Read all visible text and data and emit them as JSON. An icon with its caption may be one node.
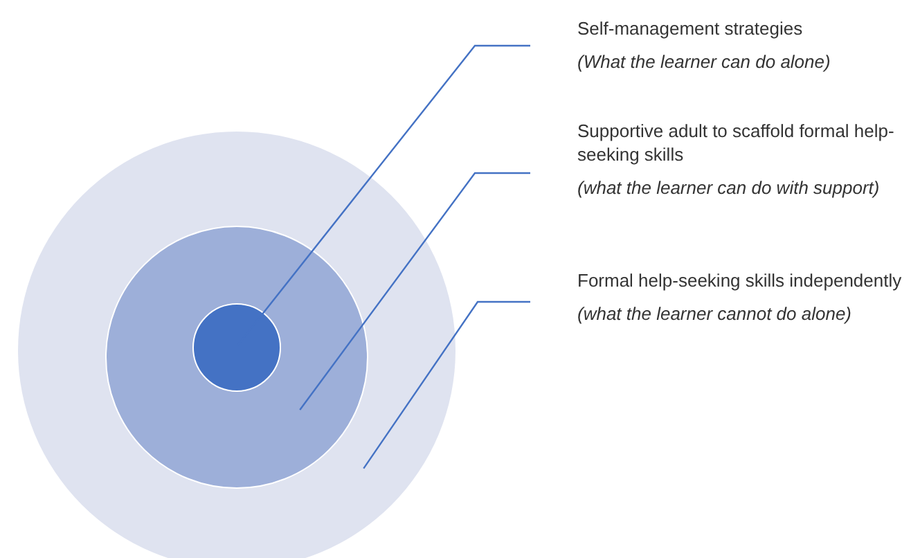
{
  "diagram": {
    "nodes": [
      {
        "text": [],
        "shape": "circle"
      },
      {
        "text": [],
        "shape": "circle",
        "in": 0
      },
      {
        "text": [],
        "shape": "circle",
        "in": 1
      },
      {
        "text": [
          "Self-management strategies",
          "(What the learner can do alone)"
        ]
      },
      {
        "text": [
          "Supportive adult to scaffold formal help-seeking skills",
          "(what the learner can do with support)"
        ]
      },
      {
        "text": [
          "Formal help-seeking skills independently",
          "(what the learner cannot do alone)"
        ]
      }
    ],
    "edges": [
      {
        "from": 3,
        "to": 2,
        "arrow": "none"
      },
      {
        "from": 4,
        "to": 1,
        "arrow": "none"
      },
      {
        "from": 5,
        "to": 0,
        "arrow": "none"
      }
    ]
  }
}
